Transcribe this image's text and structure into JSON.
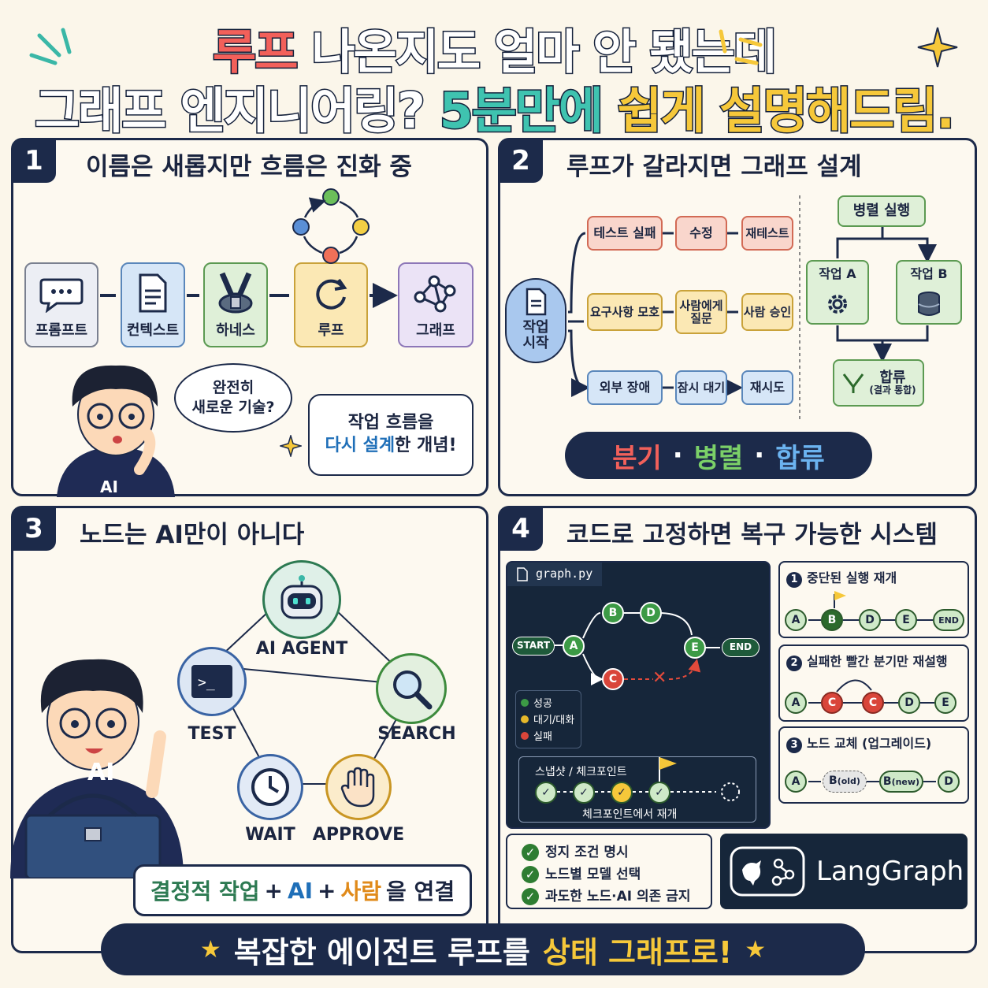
{
  "headline": {
    "line1_accent": "루프",
    "line1_rest": "나온지도 얼마 안 됐는데",
    "line2_start": "그래프 엔지니어링?",
    "line2_teal": "5분만에",
    "line2_end": "쉽게 설명해드림."
  },
  "panel1": {
    "number": "1",
    "title": "이름은 새롭지만 흐름은 진화 중",
    "steps": [
      "프롬프트",
      "컨텍스트",
      "하네스",
      "루프",
      "그래프"
    ],
    "bubble_question": "완전히\n새로운 기술?",
    "bubble_answer_top": "작업 흐름을",
    "bubble_answer_accent": "다시 설계",
    "bubble_answer_end": "한 개념!",
    "hoodie": "AI"
  },
  "panel2": {
    "number": "2",
    "title": "루프가 갈라지면 그래프 설계",
    "start": "작업\n시작",
    "row1": [
      "테스트 실패",
      "수정",
      "재테스트"
    ],
    "row2": [
      "요구사항 모호",
      "사람에게\n질문",
      "사람 승인"
    ],
    "row3": [
      "외부 장애",
      "잠시 대기",
      "재시도"
    ],
    "parallel": "병렬 실행",
    "task_a": "작업 A",
    "task_b": "작업 B",
    "merge": "합류",
    "merge_sub": "(결과 통합)",
    "banner": [
      "분기",
      "병렬",
      "합류"
    ],
    "banner_sep": "·"
  },
  "panel3": {
    "number": "3",
    "title": "노드는 AI만이 아니다",
    "nodes": [
      "AI AGENT",
      "TEST",
      "SEARCH",
      "WAIT",
      "APPROVE"
    ],
    "terminal_glyph": ">_",
    "hoodie": "AI",
    "bottom": [
      "결정적 작업",
      "+",
      "AI",
      "+",
      "사람",
      "을 연결"
    ]
  },
  "panel4": {
    "number": "4",
    "title": "코드로 고정하면 복구 가능한 시스템",
    "file": "graph.py",
    "graph": {
      "start": "START",
      "end": "END",
      "a": "A",
      "b": "B",
      "c": "C",
      "d": "D",
      "e": "E",
      "fail_mark": "✕"
    },
    "legend": [
      "성공",
      "대기/대화",
      "실패"
    ],
    "legend_colors": [
      "#3c9a45",
      "#e6b82a",
      "#d9453a"
    ],
    "snapshot_title": "스냅샷 / 체크포인트",
    "snapshot_sub": "체크포인트에서 재개",
    "checks": [
      "✓",
      "✓",
      "✓",
      "✓"
    ],
    "sub1": {
      "num": "1",
      "title": "중단된 실행 재개",
      "nodes": [
        "A",
        "B",
        "D",
        "E",
        "END"
      ]
    },
    "sub2": {
      "num": "2",
      "title": "실패한 빨간 분기만 재설행",
      "nodes": [
        "A",
        "C",
        "C",
        "D",
        "E"
      ]
    },
    "sub3": {
      "num": "3",
      "title": "노드 교체 (업그레이드)",
      "nodes": [
        "A",
        "B",
        "(old)",
        "B",
        "(new)",
        "D"
      ]
    },
    "checklist": [
      "정지 조건 명시",
      "노드별 모델 선택",
      "과도한 노드·AI 의존 금지"
    ],
    "check_mark": "✓",
    "brand": "LangGraph"
  },
  "footer": {
    "star": "★",
    "text": "복잡한 에이전트 루프를",
    "accent": "상태 그래프로!"
  }
}
